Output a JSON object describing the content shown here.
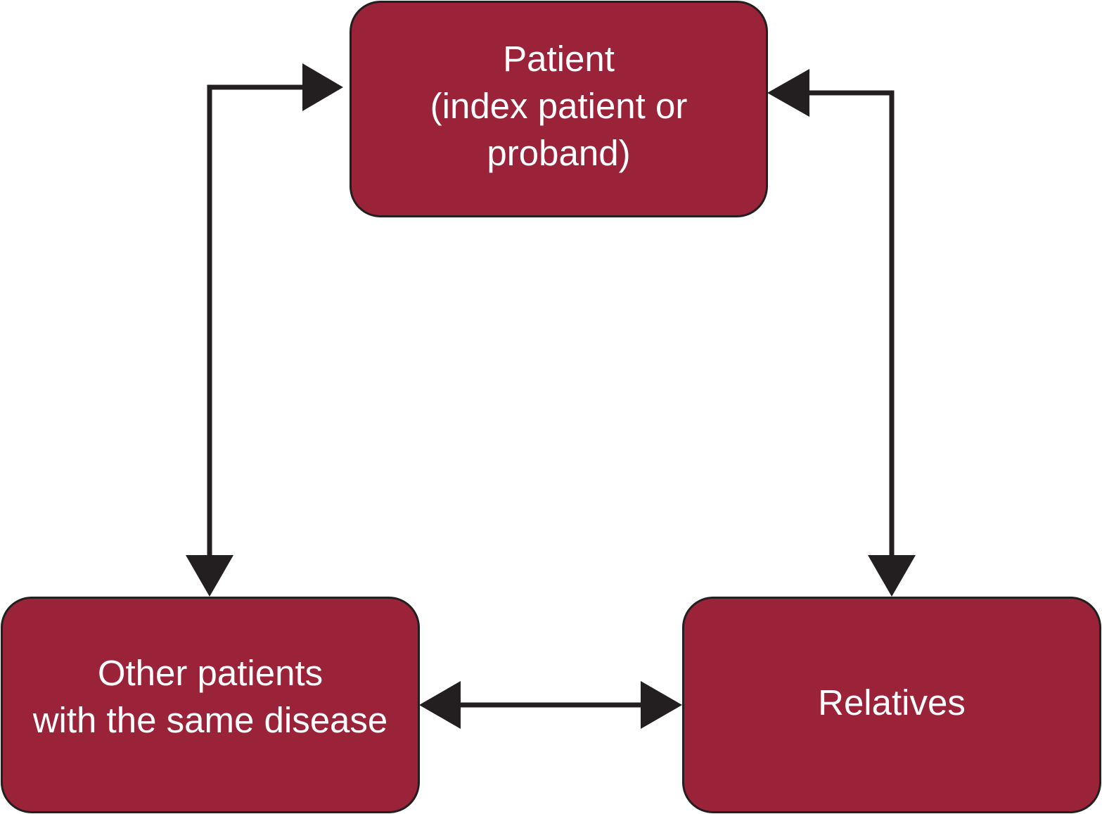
{
  "colors": {
    "node_fill": "#9b2339",
    "stroke": "#231f20",
    "text": "#ffffff"
  },
  "nodes": {
    "patient": {
      "lines": [
        "Patient",
        "(index patient or",
        "proband)"
      ]
    },
    "others": {
      "lines": [
        "Other patients",
        "with the same disease"
      ]
    },
    "relatives": {
      "lines": [
        "Relatives"
      ]
    }
  },
  "connectors": [
    {
      "from": "patient",
      "to": "others",
      "direction": "bidirectional"
    },
    {
      "from": "patient",
      "to": "relatives",
      "direction": "bidirectional"
    },
    {
      "from": "others",
      "to": "relatives",
      "direction": "bidirectional"
    }
  ]
}
